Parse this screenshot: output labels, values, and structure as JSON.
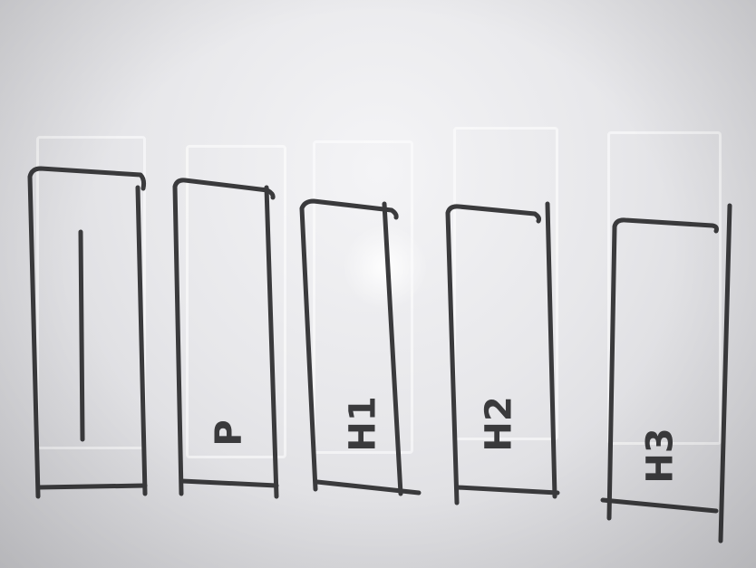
{
  "drawings": [
    {
      "id": "box-1",
      "label": ""
    },
    {
      "id": "box-2",
      "label": "P"
    },
    {
      "id": "box-3",
      "label": "H1"
    },
    {
      "id": "box-4",
      "label": "H2"
    },
    {
      "id": "box-5",
      "label": "H3"
    }
  ],
  "colors": {
    "marker": "#3a3a3c",
    "board": "#ececef"
  }
}
